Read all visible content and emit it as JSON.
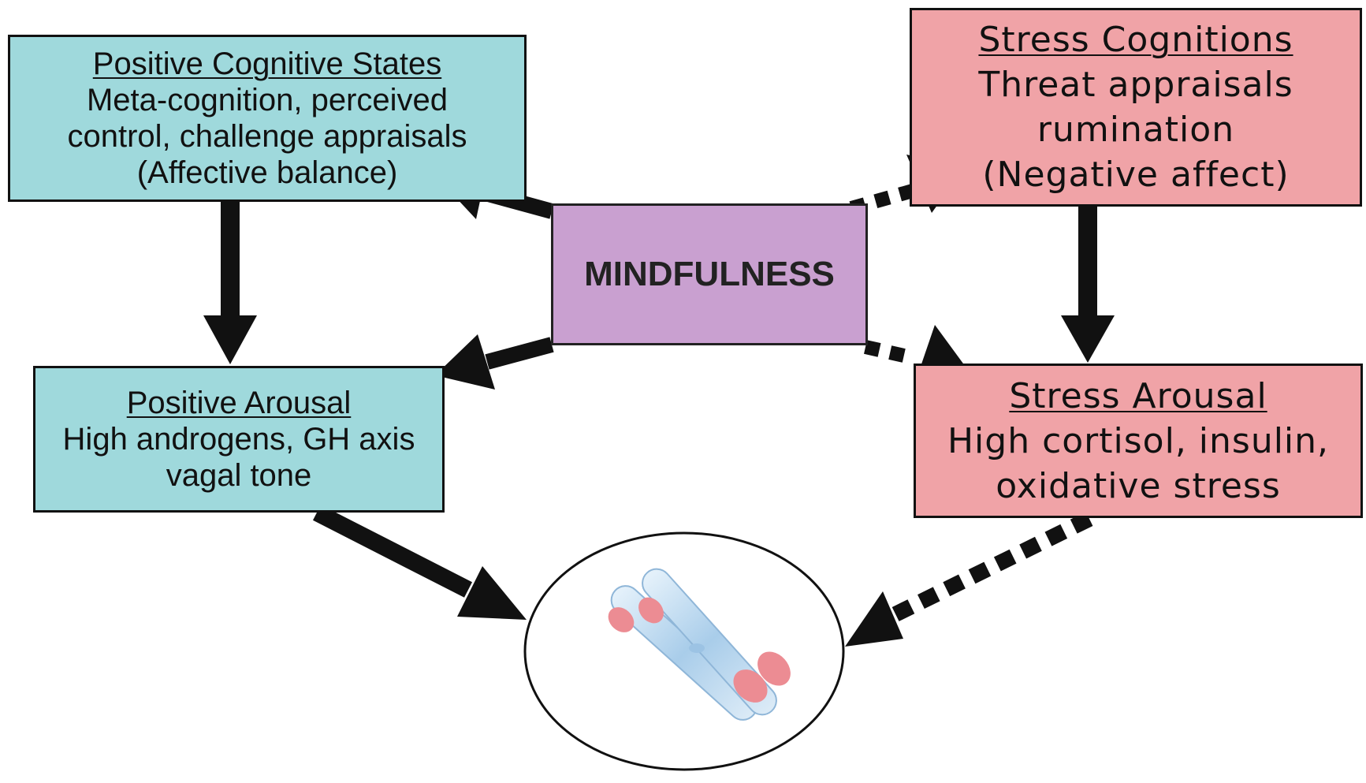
{
  "nodes": {
    "positive_cognitive": {
      "title": "Positive Cognitive States",
      "lines": [
        "Meta-cognition, perceived",
        "control, challenge appraisals",
        "(Affective balance)"
      ]
    },
    "positive_arousal": {
      "title": "Positive Arousal",
      "lines": [
        "High androgens, GH axis",
        "vagal tone"
      ]
    },
    "mindfulness": {
      "label": "MINDFULNESS"
    },
    "stress_cognitions": {
      "title": "Stress Cognitions",
      "lines": [
        "Threat appraisals",
        "rumination",
        "(Negative affect)"
      ]
    },
    "stress_arousal": {
      "title": "Stress Arousal",
      "lines": [
        "High cortisol, insulin,",
        "oxidative stress"
      ]
    }
  },
  "edges": [
    {
      "from": "mindfulness",
      "to": "positive_cognitive",
      "style": "solid"
    },
    {
      "from": "mindfulness",
      "to": "positive_arousal",
      "style": "solid"
    },
    {
      "from": "mindfulness",
      "to": "stress_cognitions",
      "style": "dashed"
    },
    {
      "from": "mindfulness",
      "to": "stress_arousal",
      "style": "dashed"
    },
    {
      "from": "positive_cognitive",
      "to": "positive_arousal",
      "style": "solid"
    },
    {
      "from": "stress_cognitions",
      "to": "stress_arousal",
      "style": "solid"
    },
    {
      "from": "positive_arousal",
      "to": "chromosome",
      "style": "solid"
    },
    {
      "from": "stress_arousal",
      "to": "chromosome",
      "style": "dashed"
    }
  ],
  "chromosome": {
    "icon": "chromosome-icon"
  },
  "colors": {
    "positive_fill": "#9fd9dc",
    "stress_fill": "#f0a3a7",
    "mindfulness_fill": "#c9a0d0",
    "chromosome_body": "#b9d8f0",
    "chromosome_tip": "#ec8c93",
    "stroke": "#111111"
  }
}
